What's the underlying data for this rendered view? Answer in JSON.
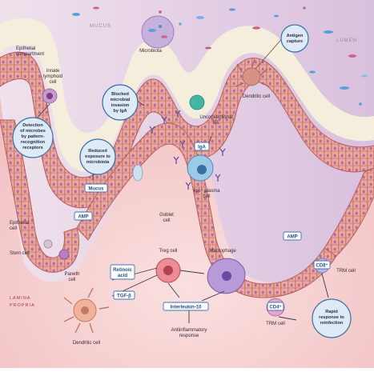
{
  "regions": {
    "mucus": "MUCUS",
    "lumen": "LUMEN",
    "lamina_propria": [
      "LAMINA",
      "PROPRIA"
    ]
  },
  "labels": {
    "microbiota": "Microbiota",
    "epithelial_compartment": [
      "Epithelial",
      "compartment"
    ],
    "innate_lymphoid_cell": [
      "Innate",
      "lymphoid",
      "cell"
    ],
    "dendritic_cell_top": "Dendritic cell",
    "unconventional_iel": [
      "Unconventional",
      "IEL"
    ],
    "iga_plasma_cell": [
      "IgA⁺ plasma",
      "cell"
    ],
    "goblet_cell": [
      "Goblet",
      "cell"
    ],
    "epithelial_cell": [
      "Epithelial",
      "cell"
    ],
    "stem_cell": "Stem cell",
    "paneth_cell": [
      "Paneth",
      "cell"
    ],
    "treg_cell": "Treg cell",
    "macrophage": "Macrophage",
    "dendritic_cell_bottom": "Dendritic cell",
    "trm_cell_right": "TRM cell",
    "trm_cell_bottom": "TRM cell",
    "antiinflammatory": [
      "Antiinflammatory",
      "response"
    ]
  },
  "callouts": {
    "detection": [
      "Detection",
      "of microbes",
      "by pattern-",
      "recognition",
      "receptors"
    ],
    "reduced": [
      "Reduced",
      "exposure to",
      "microbiota"
    ],
    "blocked": [
      "Blocked",
      "microbial",
      "invasion",
      "by IgA"
    ],
    "antigen": [
      "Antigen",
      "capture"
    ],
    "rapid": [
      "Rapid",
      "response to",
      "reinfection"
    ]
  },
  "boxes": {
    "mucus": "Mucus",
    "amp_left": "AMP",
    "amp_right": "AMP",
    "iga": "IgA",
    "retinoic": [
      "Retinoic",
      "acid"
    ],
    "tgf": "TGF-β",
    "interleukin": "Interleukin-10",
    "cd8": "CD8⁺",
    "cd4": "CD4⁺"
  },
  "colors": {
    "lumen_bg": "#ecdde9",
    "mucus": "#f4ecd8",
    "epithelium": "#e7a79c",
    "epithelium_edge": "#b85f5b",
    "lamina": "#f4c8c8",
    "callout_fill": "#dfeaf7",
    "callout_edge": "#3a6ea5",
    "label_box_edge": "#3f73b8"
  }
}
